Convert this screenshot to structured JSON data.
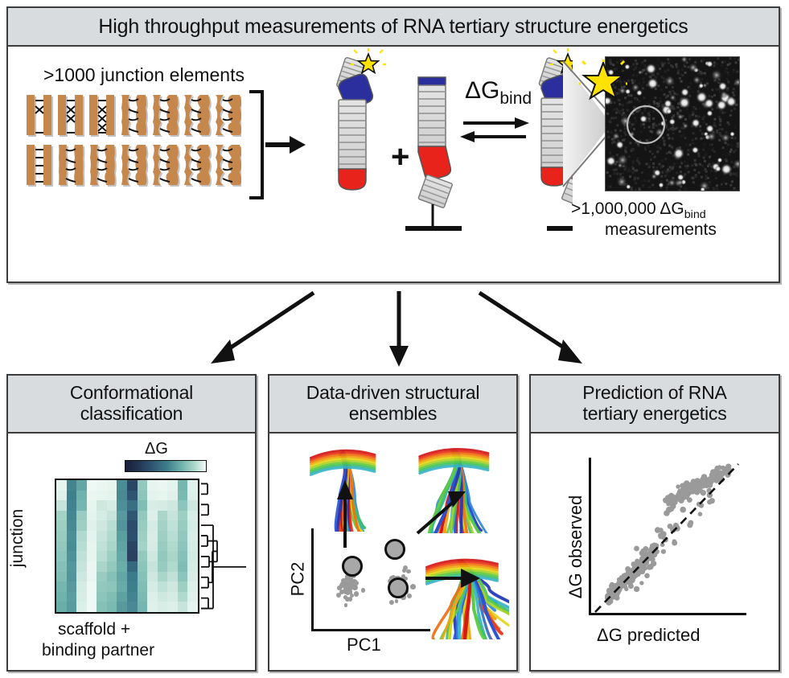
{
  "figure": {
    "type": "graphical-abstract",
    "background": "#ffffff",
    "header_band_color": "#d9dcdf",
    "border_color": "#3c3c3c"
  },
  "top_panel": {
    "title": "High throughput measurements of RNA tertiary structure energetics",
    "junction_caption": ">1000 junction elements",
    "delta_g_bind_label": "ΔG",
    "delta_g_bind_sub": "bind",
    "plus_symbol": "+",
    "micrograph_caption_line1": ">1,000,000 ΔG",
    "micrograph_caption_line1_sub": "bind",
    "micrograph_caption_line2": "measurements",
    "colors": {
      "junction_fill": "#c5874c",
      "junction_shadow": "#8f8f8f",
      "helix_blue": "#2b2f9e",
      "helix_red": "#e8231b",
      "helix_ladder": "#d8d8d8",
      "star_yellow": "#ffe200",
      "micrograph_background": "#111111"
    },
    "junction_rows": 2,
    "junction_columns": 7,
    "junction_styles": [
      "straight-x",
      "straight-xx",
      "straight-xxx",
      "bulge-1",
      "bulge-open",
      "bulge-2",
      "bulge-wide",
      "straight-ladder",
      "bulge-left",
      "bulge-open-2",
      "bulge-open-3",
      "bulge-narrow",
      "bulge-open-4",
      "bulge-open-5"
    ]
  },
  "flow_arrows": {
    "count": 3,
    "directions": [
      "down-left",
      "down",
      "down-right"
    ],
    "color": "#111111"
  },
  "panels": [
    {
      "id": "conformational",
      "title_line1": "Conformational",
      "title_line2": "classification",
      "colorbar_label": "ΔG",
      "y_axis_label": "junction",
      "x_axis_label_line1": "scaffold +",
      "x_axis_label_line2": "binding partner",
      "has_dendrogram": true
    },
    {
      "id": "ensembles",
      "title_line1": "Data-driven structural",
      "title_line2": "ensembles",
      "x_axis_label": "PC1",
      "y_axis_label": "PC2",
      "ensemble_count": 3,
      "highlighted_points": 3
    },
    {
      "id": "prediction",
      "title_line1": "Prediction of RNA",
      "title_line2": "tertiary energetics",
      "x_axis_label": "ΔG predicted",
      "y_axis_label": "ΔG observed",
      "has_identity_line": true,
      "identity_line_style": "dashed"
    }
  ],
  "chart_data": [
    {
      "type": "heatmap",
      "title": "Conformational classification",
      "xlabel": "scaffold + binding partner",
      "ylabel": "junction",
      "colorbar_label": "ΔG",
      "colormap": "mako",
      "colormap_stops": [
        "#1b1d3a",
        "#2d5270",
        "#3e7f8c",
        "#6fb3ad",
        "#a9d6c9",
        "#f2faf6"
      ],
      "grid": false,
      "n_rows": 13,
      "n_cols": 14,
      "values": [
        [
          0.97,
          0.42,
          0.55,
          0.99,
          0.98,
          0.97,
          0.45,
          0.16,
          0.72,
          0.97,
          0.98,
          0.96,
          0.62,
          0.95
        ],
        [
          0.95,
          0.4,
          0.6,
          0.98,
          0.97,
          0.96,
          0.44,
          0.21,
          0.7,
          0.96,
          0.97,
          0.95,
          0.64,
          0.94
        ],
        [
          0.88,
          0.41,
          0.62,
          0.97,
          0.9,
          0.92,
          0.46,
          0.33,
          0.66,
          0.93,
          0.92,
          0.9,
          0.7,
          0.9
        ],
        [
          0.78,
          0.43,
          0.74,
          0.96,
          0.92,
          0.88,
          0.5,
          0.22,
          0.72,
          0.94,
          0.8,
          0.88,
          0.76,
          0.93
        ],
        [
          0.76,
          0.44,
          0.76,
          0.95,
          0.9,
          0.84,
          0.48,
          0.18,
          0.74,
          0.92,
          0.78,
          0.86,
          0.74,
          0.92
        ],
        [
          0.74,
          0.46,
          0.82,
          0.96,
          0.88,
          0.82,
          0.52,
          0.19,
          0.76,
          0.93,
          0.76,
          0.84,
          0.72,
          0.93
        ],
        [
          0.72,
          0.45,
          0.84,
          0.97,
          0.86,
          0.8,
          0.54,
          0.15,
          0.78,
          0.92,
          0.74,
          0.82,
          0.7,
          0.92
        ],
        [
          0.7,
          0.47,
          0.86,
          0.97,
          0.84,
          0.76,
          0.56,
          0.14,
          0.72,
          0.9,
          0.72,
          0.8,
          0.68,
          0.91
        ],
        [
          0.68,
          0.49,
          0.88,
          0.98,
          0.8,
          0.72,
          0.58,
          0.3,
          0.7,
          0.88,
          0.74,
          0.82,
          0.66,
          0.92
        ],
        [
          0.66,
          0.48,
          0.9,
          0.98,
          0.74,
          0.68,
          0.55,
          0.38,
          0.68,
          0.9,
          0.8,
          0.86,
          0.7,
          0.93
        ],
        [
          0.62,
          0.5,
          0.92,
          0.99,
          0.72,
          0.7,
          0.57,
          0.4,
          0.66,
          0.92,
          0.86,
          0.9,
          0.76,
          0.94
        ],
        [
          0.6,
          0.52,
          0.93,
          0.99,
          0.7,
          0.66,
          0.53,
          0.42,
          0.64,
          0.94,
          0.9,
          0.92,
          0.82,
          0.95
        ],
        [
          0.58,
          0.51,
          0.94,
          0.99,
          0.68,
          0.64,
          0.5,
          0.44,
          0.62,
          0.95,
          0.93,
          0.94,
          0.88,
          0.96
        ]
      ]
    },
    {
      "type": "scatter",
      "title": "Data-driven structural ensembles",
      "xlabel": "PC1",
      "ylabel": "PC2",
      "grid": false,
      "point_color": "#9a9a9a",
      "clusters": [
        {
          "name": "cluster-1",
          "cx": 0.3,
          "cy": 0.45,
          "n": 62
        },
        {
          "name": "cluster-2",
          "cx": 0.72,
          "cy": 0.48,
          "n": 48
        }
      ],
      "highlighted": [
        {
          "x": 0.345,
          "y": 0.63,
          "arrow": "up"
        },
        {
          "x": 0.7,
          "y": 0.8,
          "arrow": "up-right"
        },
        {
          "x": 0.73,
          "y": 0.42,
          "arrow": "right"
        }
      ]
    },
    {
      "type": "scatter",
      "title": "Prediction of RNA tertiary energetics",
      "xlabel": "ΔG predicted",
      "ylabel": "ΔG observed",
      "grid": false,
      "point_color": "#9a9a9a",
      "identity_line": {
        "style": "dashed",
        "color": "#111111",
        "from": [
          0.04,
          0.02
        ],
        "to": [
          0.95,
          0.96
        ]
      },
      "n_points": 420,
      "correlation_note": "points scatter about the y = x diagonal"
    }
  ]
}
